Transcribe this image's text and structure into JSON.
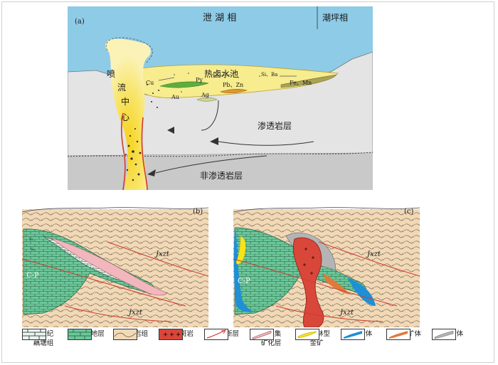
{
  "panel_a": {
    "label": "(a)",
    "top_left": "泄 湖 相",
    "top_right": "潮坪相",
    "vent_chars": [
      "喷",
      "流",
      "中",
      "心"
    ],
    "brine_pool": "热卤水池",
    "perm": "渗透岩层",
    "imperm": "非渗透岩层",
    "el": {
      "cu": "Cu",
      "py": "Py",
      "si_ba": "Si、Ba",
      "pb_zn": "Pb、Zn",
      "fe_mn": "Fe、Mn",
      "ag": "Ag",
      "au": "Au"
    }
  },
  "panel_b": {
    "label": "(b)",
    "jxzt_top": "Jxzt",
    "jxzt_bottom": "Jxzt",
    "cp": "C-P",
    "mini1": "Si",
    "mini2": "Si"
  },
  "panel_c": {
    "label": "(c)",
    "jxzt_top": "Jxzt",
    "jxzt_bottom": "Jxzt",
    "cp": "C-P"
  },
  "legend": [
    {
      "label": "石炭纪",
      "label2": "藕塘组"
    },
    {
      "label": "C₁-P₁地层",
      "label2": ""
    },
    {
      "label": "周潭岩组",
      "label2": ""
    },
    {
      "label": "花岗斑岩",
      "label2": ""
    },
    {
      "label": "逆冲断层",
      "label2": ""
    },
    {
      "label": "预富集",
      "label2": "矿化层"
    },
    {
      "label": "类卡林型",
      "label2": "金矿"
    },
    {
      "label": "铜矿体",
      "label2": ""
    },
    {
      "label": "铅锌矿体",
      "label2": ""
    },
    {
      "label": "钼矿体",
      "label2": ""
    }
  ],
  "colors": {
    "water": "#8ecbe6",
    "brine": "#f7ec8e",
    "rock": "#e6e6e6",
    "rock_dark": "#c8c8c8",
    "green": "#6cc79a",
    "tan": "#f1d9b7",
    "granite": "#d9463a",
    "pink": "#f2b7bd",
    "blue": "#1f8fd6",
    "orange": "#e07a3c",
    "gray_ore": "#b4b4b4",
    "gold": "#f7e31a"
  }
}
